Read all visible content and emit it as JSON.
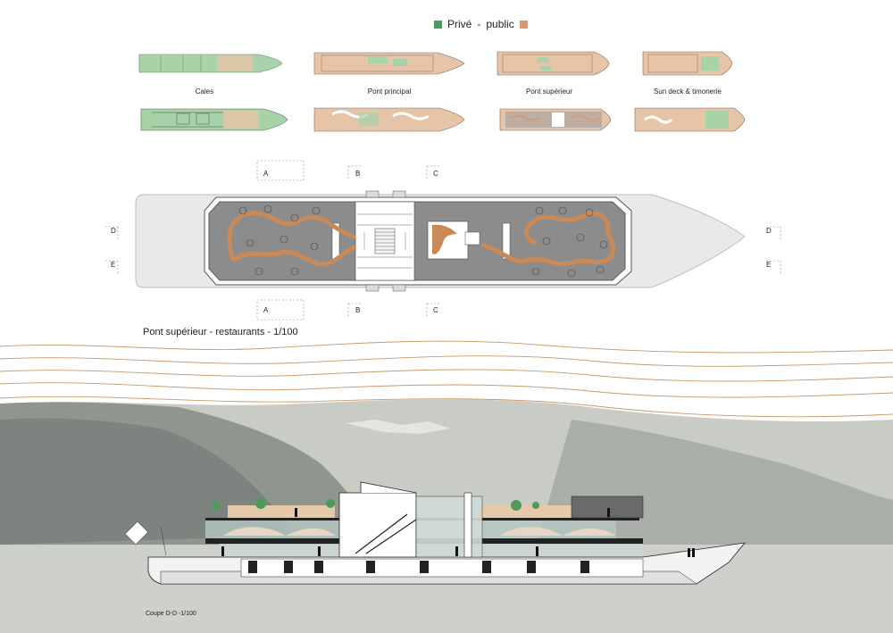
{
  "legend": {
    "prive": "Privé",
    "separator": "-",
    "public": "public",
    "prive_color": "#4e9a5c",
    "public_color": "#d59a74"
  },
  "thumbnails": {
    "labels": [
      "Cales",
      "Pont principal",
      "Pont supérieur",
      "Sun deck & timonerie"
    ]
  },
  "sections": {
    "a": "A",
    "b": "B",
    "c": "C",
    "d": "D",
    "e": "E"
  },
  "plan_title": "Pont supérieur - restaurants - 1/100",
  "coupe_title": "Coupe D-D -1/100",
  "colors": {
    "green_fill": "#a8d2a8",
    "tan_fill": "#e6c4a8",
    "deck_grey": "#8a8a8a",
    "hull_light": "#e8e8e8",
    "wave": "#c99a6a",
    "wood": "#c98a58"
  }
}
